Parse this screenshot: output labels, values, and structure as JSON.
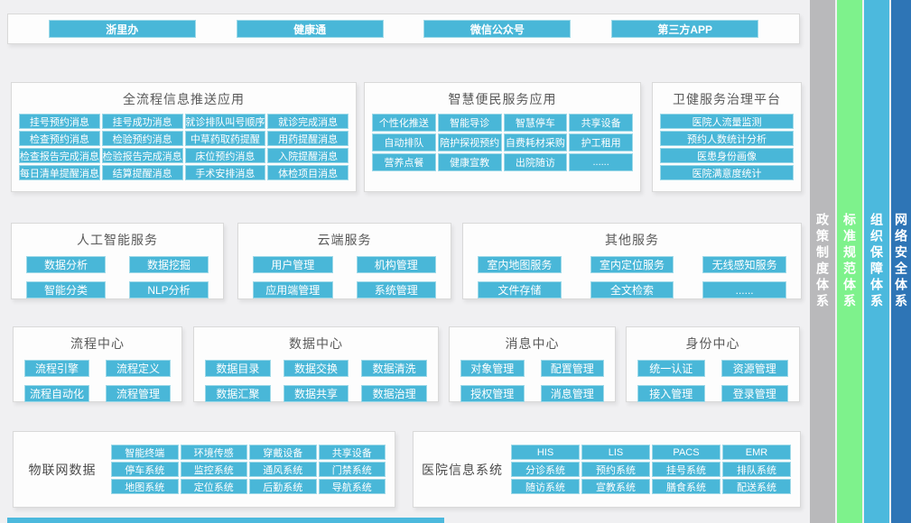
{
  "colors": {
    "page_bg": "#f0f0f2",
    "panel_bg": "#fdfdfd",
    "panel_border": "#d9d9d9",
    "button_bg": "#49b7d8",
    "button_border": "#9ed9e8",
    "button_text": "#ffffff",
    "title_text": "#595959",
    "pillar_gray": "#b9b9bb",
    "pillar_green": "#7ef28c",
    "pillar_cyan": "#4cb9dd",
    "pillar_blue": "#2e75b6",
    "bottom_strip": "#4cb9dd"
  },
  "top_apps": {
    "items": [
      "浙里办",
      "健康通",
      "微信公众号",
      "第三方APP"
    ]
  },
  "application_layer": {
    "push_panel": {
      "title": "全流程信息推送应用",
      "items": [
        "挂号预约消息",
        "挂号成功消息",
        "就诊排队叫号顺序",
        "就诊完成消息",
        "检查预约消息",
        "检验预约消息",
        "中草药取药提醒",
        "用药提醒消息",
        "检查报告完成消息",
        "检验报告完成消息",
        "床位预约消息",
        "入院提醒消息",
        "每日清单提醒消息",
        "结算提醒消息",
        "手术安排消息",
        "体检项目消息"
      ]
    },
    "convenience_panel": {
      "title": "智慧便民服务应用",
      "items": [
        "个性化推送",
        "智能导诊",
        "智慧停车",
        "共享设备",
        "自动排队",
        "陪护探视预约",
        "自费耗材采购",
        "护工租用",
        "营养点餐",
        "健康宣教",
        "出院随访",
        "......"
      ]
    },
    "governance_panel": {
      "title": "卫健服务治理平台",
      "items": [
        "医院人流量监测",
        "预约人数统计分析",
        "医患身份画像",
        "医院满意度统计"
      ]
    }
  },
  "service_layer": {
    "ai_panel": {
      "title": "人工智能服务",
      "items": [
        "数据分析",
        "数据挖掘",
        "智能分类",
        "NLP分析"
      ]
    },
    "cloud_panel": {
      "title": "云端服务",
      "items": [
        "用户管理",
        "机构管理",
        "应用端管理",
        "系统管理"
      ]
    },
    "other_panel": {
      "title": "其他服务",
      "items": [
        "室内地图服务",
        "室内定位服务",
        "无线感知服务",
        "文件存储",
        "全文检索",
        "......"
      ]
    }
  },
  "center_layer": {
    "process_panel": {
      "title": "流程中心",
      "items": [
        "流程引擎",
        "流程定义",
        "流程自动化",
        "流程管理"
      ]
    },
    "data_panel": {
      "title": "数据中心",
      "items": [
        "数据目录",
        "数据交换",
        "数据清洗",
        "数据汇聚",
        "数据共享",
        "数据治理"
      ]
    },
    "message_panel": {
      "title": "消息中心",
      "items": [
        "对象管理",
        "配置管理",
        "授权管理",
        "消息管理"
      ]
    },
    "identity_panel": {
      "title": "身份中心",
      "items": [
        "统一认证",
        "资源管理",
        "接入管理",
        "登录管理"
      ]
    }
  },
  "data_layer": {
    "iot_panel": {
      "label": "物联网数据",
      "items": [
        "智能终端",
        "环境传感",
        "穿戴设备",
        "共享设备",
        "停车系统",
        "监控系统",
        "通风系统",
        "门禁系统",
        "地图系统",
        "定位系统",
        "后勤系统",
        "导航系统"
      ]
    },
    "his_panel": {
      "label": "医院信息系统",
      "items": [
        "HIS",
        "LIS",
        "PACS",
        "EMR",
        "分诊系统",
        "预约系统",
        "挂号系统",
        "排队系统",
        "随访系统",
        "宣教系统",
        "膳食系统",
        "配送系统"
      ]
    }
  },
  "pillars": [
    {
      "label": "政策制度体系",
      "color": "#b9b9bb"
    },
    {
      "label": "标准规范体系",
      "color": "#7ef28c"
    },
    {
      "label": "组织保障体系",
      "color": "#4cb9dd"
    },
    {
      "label": "网络安全体系",
      "color": "#2e75b6"
    }
  ]
}
